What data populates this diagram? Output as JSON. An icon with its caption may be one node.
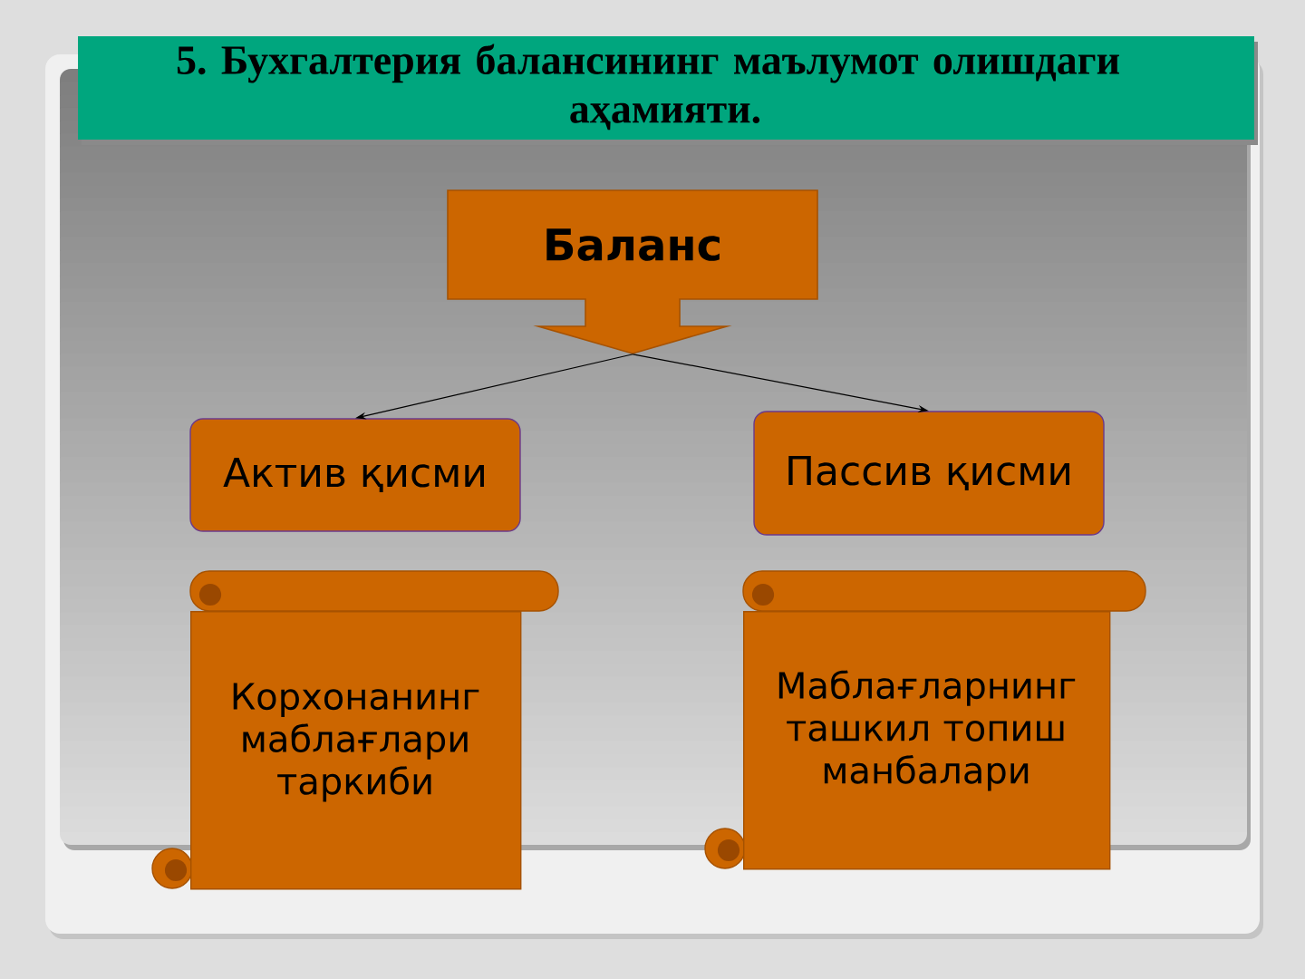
{
  "diagram": {
    "title": "5. Бухгалтерия балансининг маълумот олишдаги аҳамияти.",
    "nodes": [
      {
        "text": [
          "Баланс"
        ]
      },
      {
        "text": [
          "Актив қисми"
        ]
      },
      {
        "text": [
          "Пассив қисми"
        ]
      },
      {
        "text": [
          "Корхонанинг маблағлари таркиби"
        ]
      },
      {
        "text": [
          "Маблағларнинг ташкил топиш манбалари"
        ]
      }
    ],
    "edges": [
      {
        "from": 0,
        "to": 1,
        "arrow": "to"
      },
      {
        "from": 0,
        "to": 2,
        "arrow": "to"
      }
    ]
  }
}
